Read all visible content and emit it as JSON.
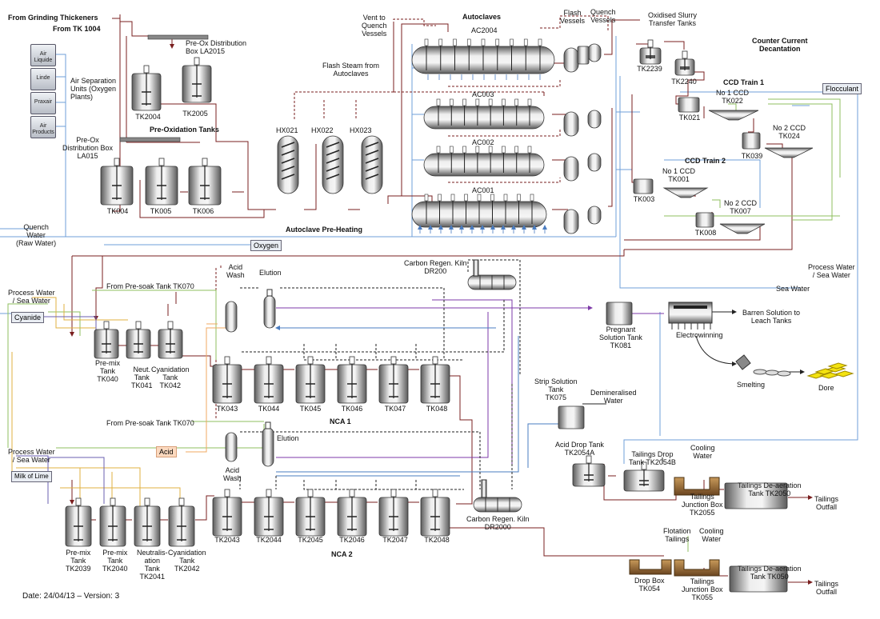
{
  "labels": {
    "from_grinding": "From Grinding Thickeners",
    "from_tk1004": "From TK 1004",
    "preox_box_la2015": "Pre-Ox Distribution\nBox LA2015",
    "tk2004": "TK2004",
    "tk2005": "TK2005",
    "air_sep_units": "Air Separation\nUnits (Oxygen\nPlants)",
    "asu_1": "Air\nLiquide",
    "asu_2": "Linde",
    "asu_3": "Praxair",
    "asu_4": "Air\nProducts",
    "preox_tanks": "Pre-Oxidation Tanks",
    "preox_box_la015": "Pre-Ox\nDistribution Box\nLA015",
    "tk004": "TK004",
    "tk005": "TK005",
    "tk006": "TK006",
    "vent_quench": "Vent to\nQuench\nVessels",
    "flash_steam": "Flash Steam from\nAutoclaves",
    "hx021": "HX021",
    "hx022": "HX022",
    "hx023": "HX023",
    "autoclave_preheating": "Autoclave Pre-Heating",
    "autoclaves": "Autoclaves",
    "ac2004": "AC2004",
    "ac003": "AC003",
    "ac002": "AC002",
    "ac001": "AC001",
    "flash_vessels": "Flash\nVessels",
    "quench_vessels": "Quench\nVessels",
    "oxidised_slurry": "Oxidised Slurry\nTransfer Tanks",
    "tk2239": "TK2239",
    "tk2240": "TK2240",
    "ccd_title": "Counter Current\nDecantation",
    "ccd_train1": "CCD Train 1",
    "no1_ccd_tk022": "No 1 CCD\nTK022",
    "tk021": "TK021",
    "no2_ccd_tk024": "No 2 CCD\nTK024",
    "tk039": "TK039",
    "flocculant": "Flocculant",
    "ccd_train2": "CCD Train 2",
    "no1_ccd_tk001": "No 1 CCD\nTK001",
    "tk003": "TK003",
    "no2_ccd_tk007": "No 2 CCD\nTK007",
    "tk008": "TK008",
    "quench_water": "Quench\nWater\n(Raw Water)",
    "oxygen": "Oxygen",
    "process_water_right": "Process Water\n/ Sea Water",
    "sea_water": "Sea Water",
    "process_water_1": "Process Water\n/ Sea Water",
    "cyanide": "Cyanide",
    "from_presoak_1": "From Pre-soak Tank TK070",
    "acid_wash_1": "Acid\nWash",
    "elution_1": "Elution",
    "carbon_kiln_dr200": "Carbon Regen. Kiln\nDR200",
    "premix_tk040": "Pre-mix\nTank\nTK040",
    "neut_tk041": "Neut.\nTank\nTK041",
    "cyan_tk042": "Cyanidation\nTank\nTK042",
    "tk043": "TK043",
    "tk044": "TK044",
    "tk045": "TK045",
    "tk046": "TK046",
    "tk047": "TK047",
    "tk048": "TK048",
    "nca1": "NCA 1",
    "pregnant_tank": "Pregnant\nSolution Tank\nTK081",
    "barren_solution": "Barren Solution to\nLeach Tanks",
    "electrowinning": "Electrowinning",
    "smelting": "Smelting",
    "dore": "Dore",
    "strip_tank": "Strip Solution\nTank\nTK075",
    "demin_water": "Demineralised\nWater",
    "from_presoak_2": "From Pre-soak Tank TK070",
    "acid": "Acid",
    "acid_wash_2": "Acid\nWash",
    "elution_2": "Elution",
    "process_water_2": "Process Water\n/ Sea Water",
    "milk_of_lime": "Milk of Lime",
    "acid_drop_tank": "Acid Drop Tank\nTK2054A",
    "tailings_drop_tank": "Tailings Drop\nTank TK2054B",
    "cooling_water_1": "Cooling\nWater",
    "tailings_jb_2055": "Tailings\nJunction Box\nTK2055",
    "tailings_deaer_2050": "Tailings De-aeration\nTank TK2050",
    "tailings_outfall_1": "Tailings\nOutfall",
    "carbon_kiln_dr2000": "Carbon Regen. Kiln\nDR2000",
    "premix_tk2039": "Pre-mix\nTank\nTK2039",
    "premix_tk2040": "Pre-mix\nTank\nTK2040",
    "neut_tk2041": "Neutralis-\nation\nTank\nTK2041",
    "cyan_tk2042": "Cyanidation\nTank\nTK2042",
    "tk2043": "TK2043",
    "tk2044": "TK2044",
    "tk2045": "TK2045",
    "tk2046": "TK2046",
    "tk2047": "TK2047",
    "tk2048": "TK2048",
    "nca2": "NCA 2",
    "flotation_tailings": "Flotation\nTailings",
    "cooling_water_2": "Cooling\nWater",
    "drop_box": "Drop Box\nTK054",
    "tailings_jb_055": "Tailings\nJunction Box\nTK055",
    "tailings_deaer_050": "Tailings De-aeration\nTank TK050",
    "tailings_outfall_2": "Tailings\nOutfall",
    "date_version": "Date: 24/04/13 – Version: 3"
  },
  "colors": {
    "slurry": "#7a1f1f",
    "oxygen": "#6f9fd8",
    "process_water": "#8fbf5f",
    "cyanide": "#6a5fb0",
    "lime": "#e0b040",
    "acid": "#f0a860",
    "solution": "#7e3aa8",
    "tank_light": "#e8e8e8",
    "tank_dark": "#6a6a6a",
    "tailings": "#9a6a2a"
  }
}
